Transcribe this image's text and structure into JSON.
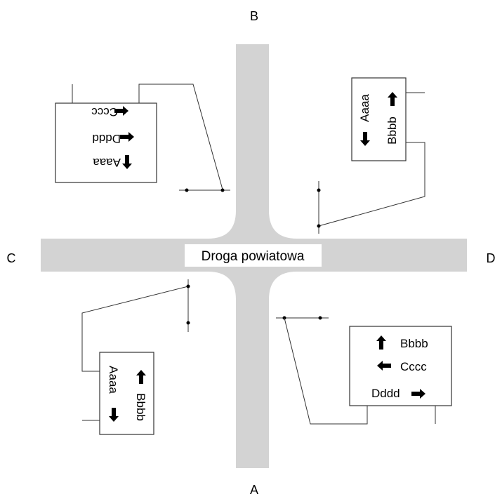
{
  "directions": {
    "north": "B",
    "south": "A",
    "west": "C",
    "east": "D"
  },
  "road": {
    "label": "Droga powiatowa",
    "color": "#d3d3d3"
  },
  "signs": {
    "top_left": {
      "row1": "Cccc",
      "row2": "Dddd",
      "row3": "Aaaa"
    },
    "top_right": {
      "col1": "Aaaa",
      "col2": "Bbbb"
    },
    "bottom_left": {
      "col1": "Aaaa",
      "col2": "Bbbb"
    },
    "bottom_right": {
      "row1": "Bbbb",
      "row2": "Cccc",
      "row3": "Dddd"
    }
  }
}
